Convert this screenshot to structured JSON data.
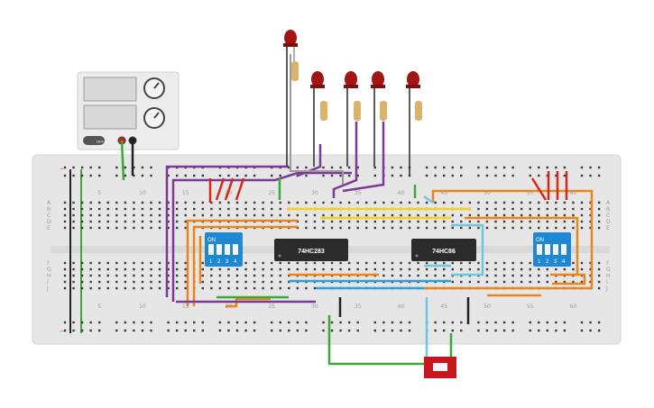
{
  "breadboard": {
    "row_letters": [
      "A",
      "B",
      "C",
      "D",
      "E",
      "F",
      "G",
      "H",
      "I",
      "J"
    ],
    "column_numbers": [
      "5",
      "10",
      "15",
      "20",
      "25",
      "30",
      "35",
      "40",
      "45",
      "50",
      "55",
      "60"
    ]
  },
  "chips": [
    {
      "label": "74HC283"
    },
    {
      "label": "74HC86"
    }
  ],
  "dip_switches": [
    {
      "on_label": "ON",
      "position_labels": [
        "1",
        "2",
        "3",
        "4"
      ]
    },
    {
      "on_label": "ON",
      "position_labels": [
        "1",
        "2",
        "3",
        "4"
      ]
    }
  ],
  "power_supply": {
    "button_label": "OFF"
  },
  "colors": {
    "breadboard": "#e6e6e6",
    "wire_orange": "#e8861c",
    "wire_purple": "#7b3a96",
    "wire_green": "#3aaa35",
    "wire_yellow": "#f2d01b",
    "wire_blue": "#2e9fd8",
    "wire_light_blue": "#6fc6df",
    "wire_red": "#d9261c",
    "wire_black": "#222222",
    "wire_gray": "#9a9a9a",
    "led": "#a31515",
    "chip": "#2b2b2b",
    "dip": "#1e88d2"
  }
}
